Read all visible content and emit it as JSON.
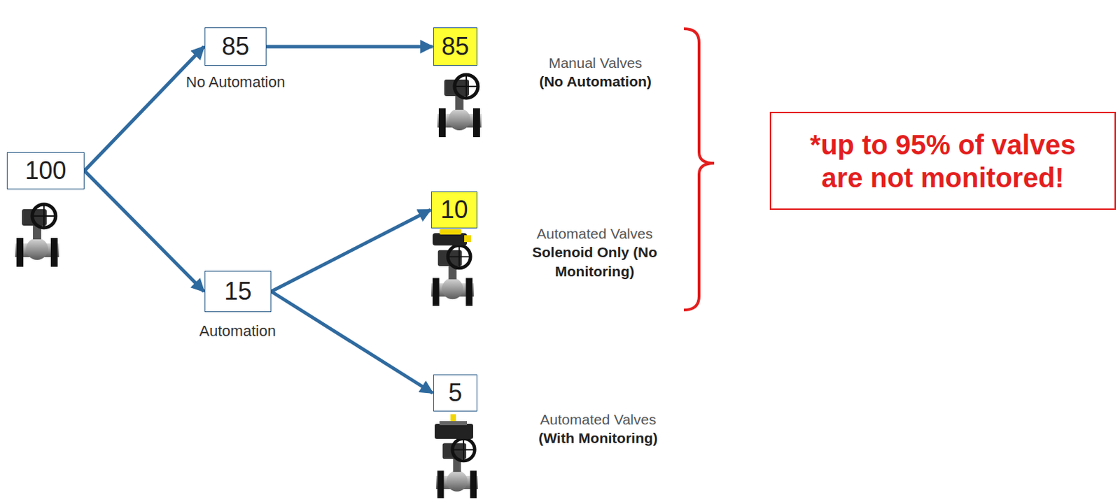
{
  "diagram": {
    "nodes": [
      {
        "text": [
          "100"
        ]
      },
      {
        "text": [
          "85",
          "No Automation"
        ]
      },
      {
        "text": [
          "85",
          "Manual Valves",
          "(No Automation)"
        ]
      },
      {
        "text": [
          "*up to 95% of valves are not monitored!"
        ]
      },
      {
        "text": [
          "10",
          "Automated Valves",
          "Solenoid Only (No Monitoring)"
        ]
      },
      {
        "text": [
          "15",
          "Automation"
        ]
      },
      {
        "text": [
          "5",
          "Automated Valves",
          "(With Monitoring)"
        ]
      }
    ],
    "edges": [
      {
        "from": 0,
        "to": 1,
        "arrow": "to"
      },
      {
        "from": 0,
        "to": 5,
        "arrow": "to"
      },
      {
        "from": 1,
        "to": 2,
        "arrow": "to"
      },
      {
        "from": 5,
        "to": 4,
        "arrow": "to"
      },
      {
        "from": 5,
        "to": 6,
        "arrow": "to"
      }
    ]
  }
}
